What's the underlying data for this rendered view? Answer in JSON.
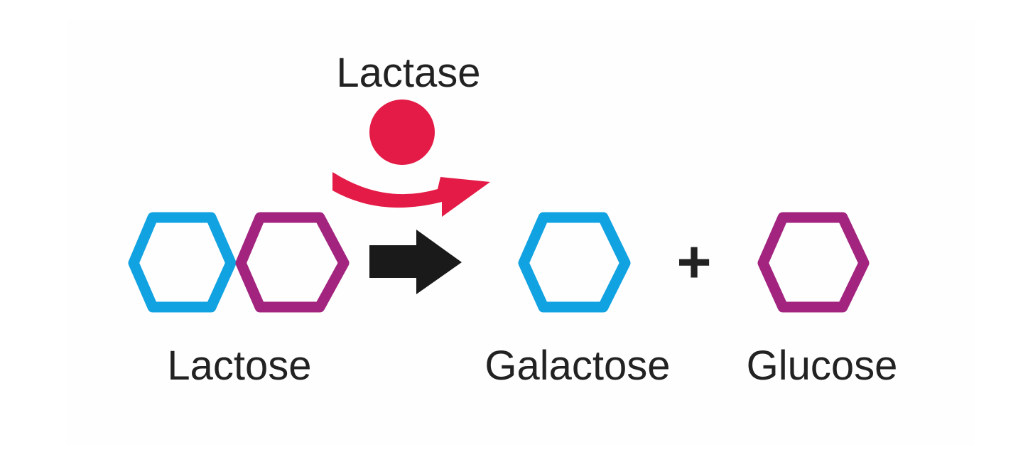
{
  "enzyme": {
    "name": "Lactase",
    "color": "#e31b46"
  },
  "reactant": {
    "name": "Lactose"
  },
  "products": [
    {
      "name": "Galactose"
    },
    {
      "name": "Glucose"
    }
  ],
  "plus_sign": "+",
  "colors": {
    "galactose_ring": "#11a2e1",
    "glucose_ring": "#a2247f",
    "reaction_arrow": "#1a1a1a",
    "text": "#222222"
  }
}
